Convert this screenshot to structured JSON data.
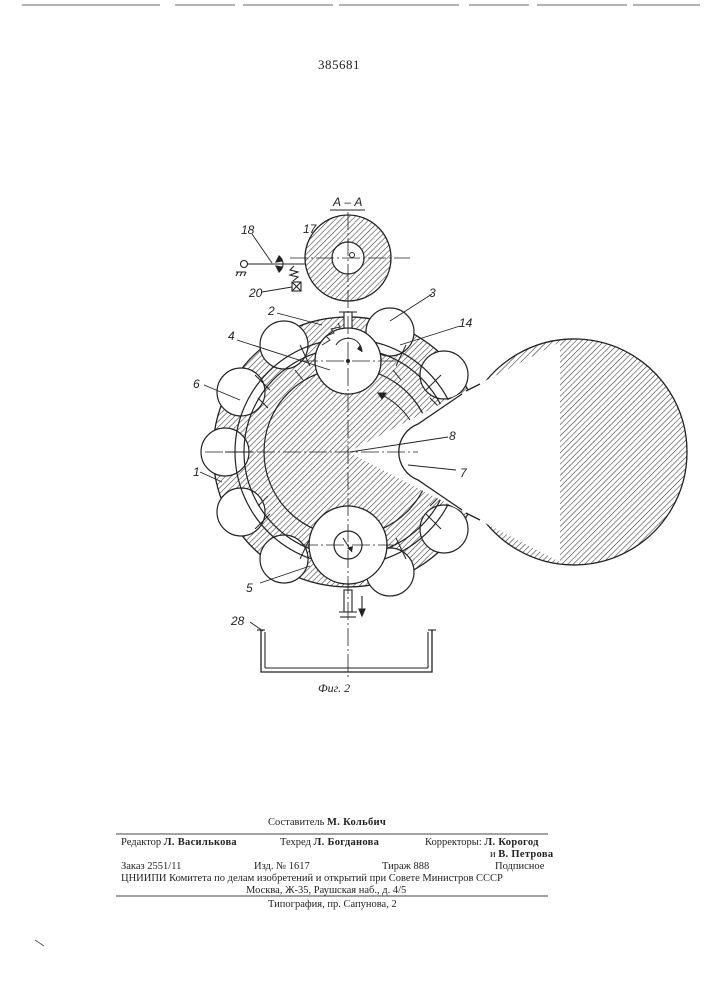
{
  "header": {
    "patent_number": "385681"
  },
  "figure": {
    "section_label": "А – А",
    "caption": "Фиг. 2",
    "labels": {
      "l1": "1",
      "l2": "2",
      "l3": "3",
      "l4": "4",
      "l5": "5",
      "l6": "6",
      "l7": "7",
      "l8": "8",
      "l14": "14",
      "l17": "17",
      "l18": "18",
      "l20": "20",
      "l28": "28"
    }
  },
  "footer": {
    "compiler_label": "Составитель",
    "compiler_name": "М. Кольбич",
    "editor_label": "Редактор",
    "editor_name": "Л. Василькова",
    "techred_label": "Техред",
    "techred_name": "Л. Богданова",
    "correctors_label": "Корректоры:",
    "corrector1": "Л. Корогод",
    "corrector_and": "и",
    "corrector2": "В. Петрова",
    "order": "Заказ 2551/11",
    "edition": "Изд. № 1617",
    "print_run": "Тираж 888",
    "subscription": "Подписное",
    "org_line": "ЦНИИПИ Комитета по делам изобретений и открытий при Совете Министров СССР",
    "address": "Москва, Ж-35, Раушская наб., д. 4/5",
    "printer": "Типография, пр. Сапунова, 2"
  }
}
